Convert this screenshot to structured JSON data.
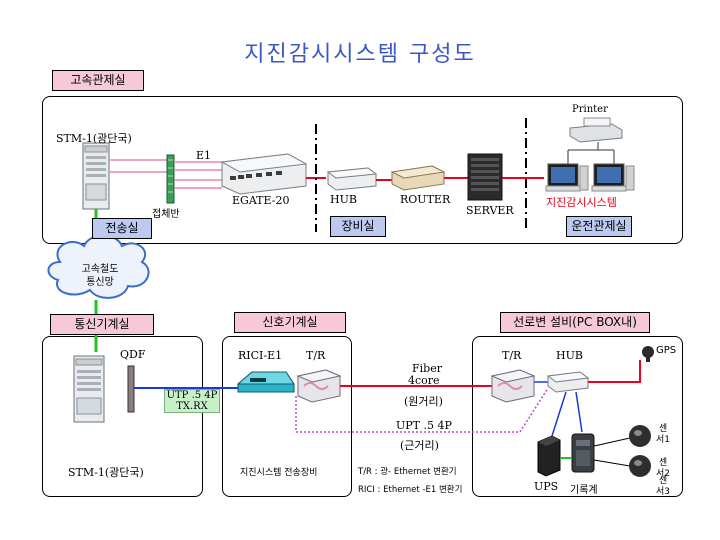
{
  "title": "지진감시시스템 구성도",
  "sections": {
    "top_panel_label": "고속관제실",
    "bottom_left_label": "통신기계실",
    "bottom_mid_label": "신호기계실",
    "bottom_right_label": "선로변 설비(PC BOX내)"
  },
  "rooms": {
    "transmission": "전송실",
    "equipment": "장비실",
    "operation": "운전관제실"
  },
  "top": {
    "stm1_label": "STM-1(광단국)",
    "e1_label": "E1",
    "patch_panel_label": "접체반",
    "egate_label": "EGATE-20",
    "hub_label": "HUB",
    "router_label": "ROUTER",
    "server_label": "SERVER",
    "printer_label": "Printer",
    "system_label": "지진감시시스템"
  },
  "cloud": {
    "line1": "고속철도",
    "line2": "통신망"
  },
  "bottom_left": {
    "qdf_label": "QDF",
    "stm1_label": "STM-1(광단국)",
    "cable_line1": "UTP .5 4P",
    "cable_line2": "TX.RX"
  },
  "bottom_mid": {
    "rici_label": "RICI-E1",
    "tr_label": "T/R",
    "device_caption": "지진시스템 전송장비"
  },
  "links": {
    "fiber_line1": "Fiber",
    "fiber_line2": "4core",
    "fiber_dist": "(원거리)",
    "upt_label": "UPT .5 4P",
    "upt_dist": "(근거리)"
  },
  "legend": {
    "tr_note": "T/R : 광- Ethernet  변환기",
    "rici_note": "RICI : Ethernet -E1 변환기"
  },
  "bottom_right": {
    "tr_label": "T/R",
    "hub_label": "HUB",
    "gps_label": "GPS",
    "sensor1_label": "센서1",
    "sensor2_label": "센서2",
    "sensor3_label": "센서3",
    "ups_label": "UPS",
    "recorder_label": "기록계"
  },
  "colors": {
    "title": "#3a56c8",
    "pink_label": "#f7c8d8",
    "blue_label": "#bccaf0",
    "green_link": "#22c022",
    "red_link": "#e8001c",
    "blue_link": "#1a3ae0",
    "dotted_link": "#cc44cc"
  }
}
